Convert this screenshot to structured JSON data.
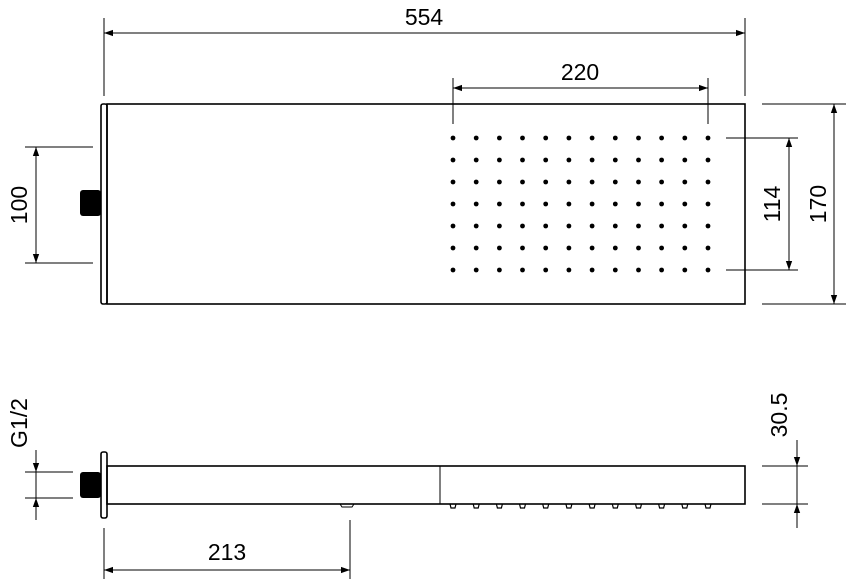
{
  "dimensions": {
    "overall_length": "554",
    "nozzle_field_width": "220",
    "head_width": "170",
    "nozzle_field_height": "114",
    "flange_height": "100",
    "thread": "G1/2",
    "head_thickness": "30.5",
    "arm_offset": "213"
  },
  "nozzle_grid": {
    "columns": 12,
    "rows": 7
  },
  "side_nozzles": 12,
  "colors": {
    "line": "#000000",
    "background": "#ffffff"
  }
}
